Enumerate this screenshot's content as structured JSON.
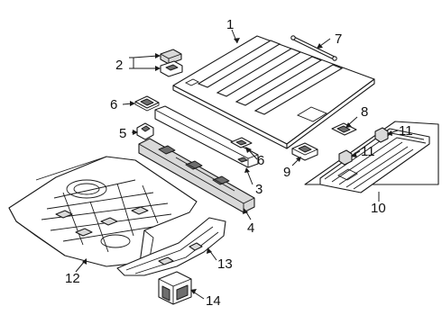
{
  "callouts": {
    "c1": "1",
    "c2": "2",
    "c3": "3",
    "c4": "4",
    "c5": "5",
    "c6a": "6",
    "c6b": "6",
    "c7": "7",
    "c8": "8",
    "c9": "9",
    "c10": "10",
    "c11a": "11",
    "c11b": "11",
    "c12": "12",
    "c13": "13",
    "c14": "14"
  },
  "colors": {
    "line": "#1a1a1a",
    "fill": "#ffffff",
    "shade": "#d9d9d9",
    "dark": "#6e6e6e"
  }
}
